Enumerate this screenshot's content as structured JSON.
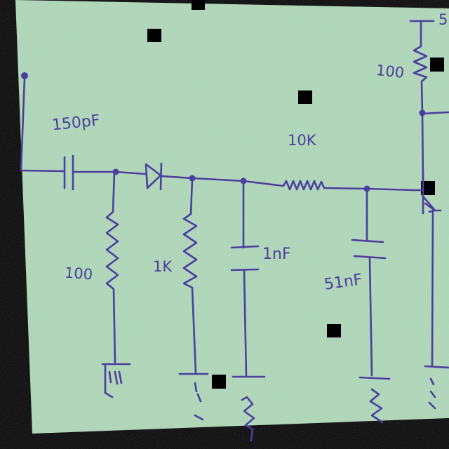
{
  "colors": {
    "paper": "#a9d2b3",
    "ink": "#4a3f9e",
    "background": "#000000"
  },
  "components": {
    "input_capacitor": "150pF",
    "shunt_resistor": "100",
    "load_resistor": "1K",
    "filter_capacitor_1": "1nF",
    "series_resistor": "10K",
    "filter_capacitor_2": "51nF",
    "collector_resistor": "100",
    "supply_label": "5"
  }
}
